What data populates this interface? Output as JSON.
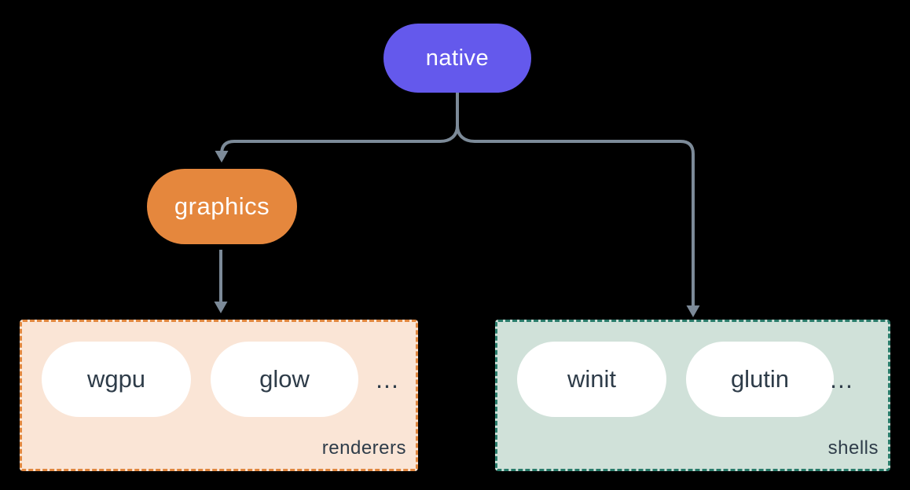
{
  "canvas": {
    "bg": "#000000"
  },
  "nodes": {
    "native": {
      "label": "native",
      "bg": "#6459ec",
      "text": "#ffffff"
    },
    "graphics": {
      "label": "graphics",
      "bg": "#e5873d",
      "text": "#ffffff"
    }
  },
  "groups": {
    "renderers": {
      "label": "renderers",
      "bg": "#fae5d6",
      "border": "#e0873f",
      "text": "#2e3c49",
      "items": [
        "wgpu",
        "glow"
      ],
      "ellipsis": "..."
    },
    "shells": {
      "label": "shells",
      "bg": "#d0e1d9",
      "border": "#297c6b",
      "text": "#2e3c49",
      "items": [
        "winit",
        "glutin"
      ],
      "ellipsis": "..."
    }
  },
  "item_pill": {
    "bg": "#ffffff",
    "text": "#2e3c49"
  },
  "connector": {
    "color": "#7c8a98"
  }
}
